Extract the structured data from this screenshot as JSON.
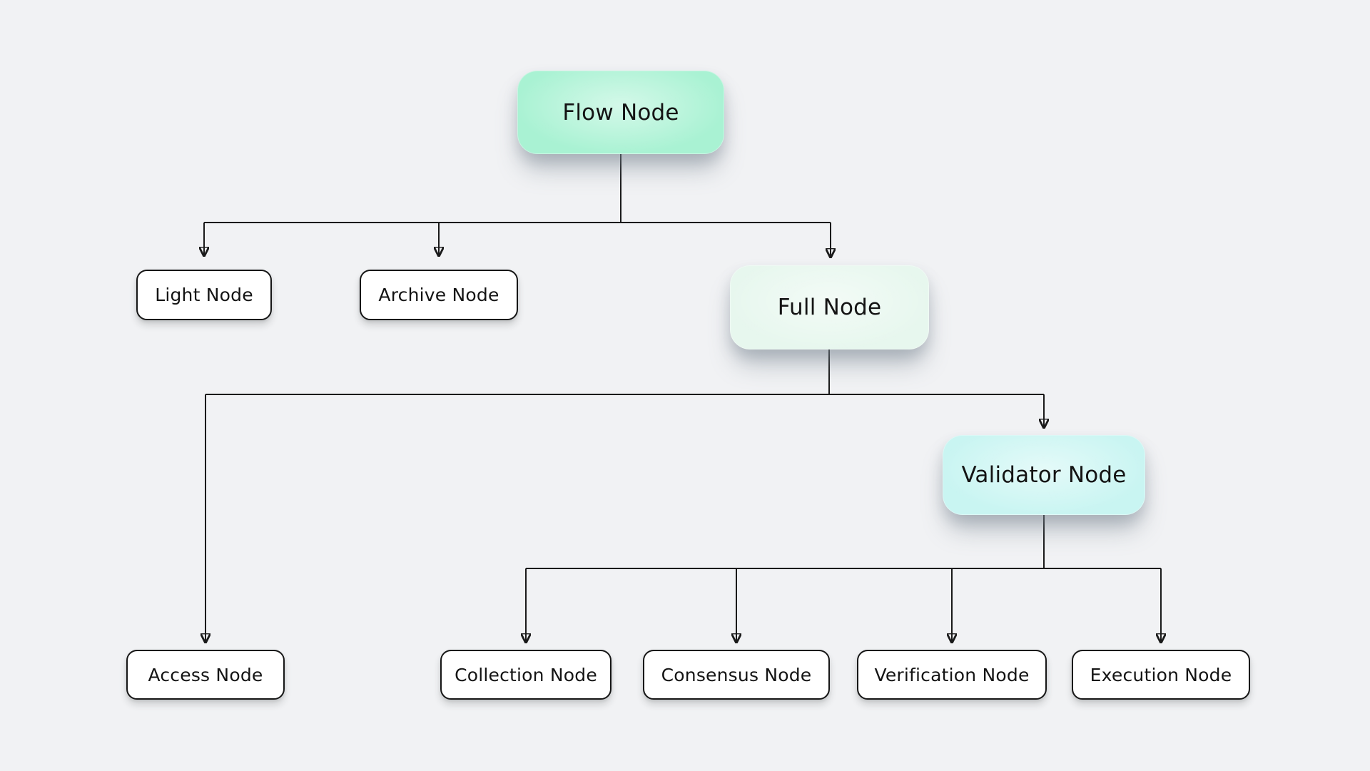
{
  "diagram": {
    "background_color": "#f1f2f4",
    "line_color": "#1a1a1a",
    "text_color": "#141414",
    "nodes": {
      "flow": {
        "label": "Flow Node",
        "type": "parent",
        "fill": "#a9f2d3"
      },
      "light": {
        "label": "Light Node",
        "type": "leaf",
        "fill": "#ffffff"
      },
      "archive": {
        "label": "Archive Node",
        "type": "leaf",
        "fill": "#ffffff"
      },
      "full": {
        "label": "Full Node",
        "type": "parent",
        "fill": "#e7f7ee"
      },
      "validator": {
        "label": "Validator Node",
        "type": "parent",
        "fill": "#c9f5f2"
      },
      "access": {
        "label": "Access Node",
        "type": "leaf",
        "fill": "#ffffff"
      },
      "collection": {
        "label": "Collection Node",
        "type": "leaf",
        "fill": "#ffffff"
      },
      "consensus": {
        "label": "Consensus Node",
        "type": "leaf",
        "fill": "#ffffff"
      },
      "verification": {
        "label": "Verification Node",
        "type": "leaf",
        "fill": "#ffffff"
      },
      "execution": {
        "label": "Execution Node",
        "type": "leaf",
        "fill": "#ffffff"
      }
    },
    "edges": [
      {
        "from": "flow",
        "to": "light"
      },
      {
        "from": "flow",
        "to": "archive"
      },
      {
        "from": "flow",
        "to": "full"
      },
      {
        "from": "full",
        "to": "access"
      },
      {
        "from": "full",
        "to": "validator"
      },
      {
        "from": "validator",
        "to": "collection"
      },
      {
        "from": "validator",
        "to": "consensus"
      },
      {
        "from": "validator",
        "to": "verification"
      },
      {
        "from": "validator",
        "to": "execution"
      }
    ]
  }
}
